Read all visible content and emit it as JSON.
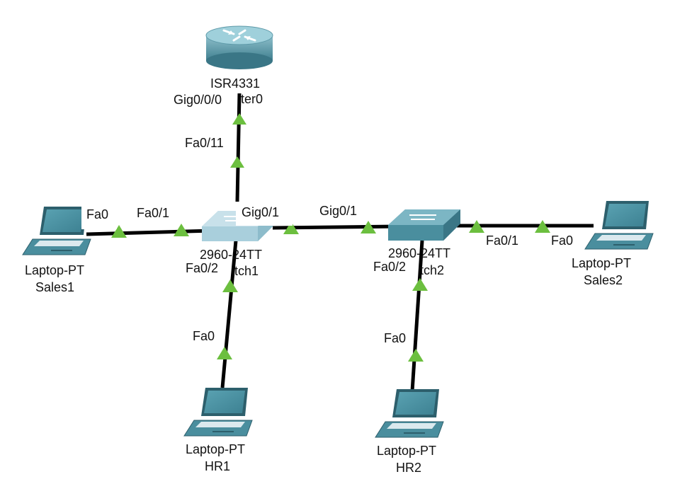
{
  "devices": {
    "router": {
      "model": "ISR4331",
      "name_partial": "ter0"
    },
    "switch1": {
      "model_partial": "2960-24TT",
      "name_partial": "tch1"
    },
    "switch2": {
      "model_partial": "2960-24TT",
      "name_partial": "tch2"
    },
    "sales1": {
      "type": "Laptop-PT",
      "name": "Sales1"
    },
    "sales2": {
      "type": "Laptop-PT",
      "name": "Sales2"
    },
    "hr1": {
      "type": "Laptop-PT",
      "name": "HR1"
    },
    "hr2": {
      "type": "Laptop-PT",
      "name": "HR2"
    }
  },
  "ports": {
    "router_gig": "Gig0/0/0",
    "sw1_fa011": "Fa0/11",
    "sales1_fa0": "Fa0",
    "sw1_fa01": "Fa0/1",
    "sw1_gig01": "Gig0/1",
    "sw2_gig01": "Gig0/1",
    "sw2_fa01": "Fa0/1",
    "sales2_fa0": "Fa0",
    "sw1_fa02": "Fa0/2",
    "hr1_fa0": "Fa0",
    "sw2_fa02": "Fa0/2",
    "hr2_fa0": "Fa0"
  },
  "colors": {
    "link": "#000000",
    "link_status_up": "#6cbf3f",
    "device_teal": "#4a8e9e",
    "switch1_highlight": "#a9cfdc"
  }
}
